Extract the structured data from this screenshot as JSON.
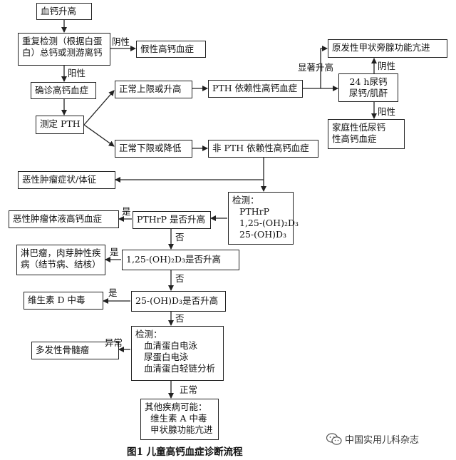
{
  "nodes": {
    "start": "血钙升高",
    "recheck_l1": "重复检测（根据白蛋",
    "recheck_l2": "白）总钙或测游离钙",
    "pseudo": "假性高钙血症",
    "confirm": "确诊高钙血症",
    "measure_pth": "测定 PTH",
    "normal_high": "正常上限或升高",
    "pth_dep": "PTH 依赖性高钙血症",
    "primary": "原发性甲状旁腺功能亢进",
    "urine_l1": "24 h尿钙",
    "urine_l2": "尿钙/肌酐",
    "fhh_l1": "家庭性低尿钙",
    "fhh_l2": "性高钙血症",
    "normal_low": "正常下限或降低",
    "non_pth": "非 PTH 依赖性高钙血症",
    "malig_sym": "恶性肿瘤症状/体征",
    "tests_title": "检测：",
    "test_pthrp": "PTHrP",
    "test_125": "1,25-(OH)₂D₃",
    "test_25": "25-(OH)D₃",
    "malig_humoral": "恶性肿瘤体液高钙血症",
    "q_pthrp": "PTHrP 是否升高",
    "lymph_l1": "淋巴瘤，肉芽肿性疾",
    "lymph_l2": "病（结节病、结核）",
    "q_125": "1,25-(OH)₂D₃是否升高",
    "vitd": "维生素 D 中毒",
    "q_25": "25-(OH)D₃是否升高",
    "myeloma": "多发性骨髓瘤",
    "elec_title": "检测：",
    "elec_1": "血清蛋白电泳",
    "elec_2": "尿蛋白电泳",
    "elec_3": "血清蛋白轻链分析",
    "other_title": "其他疾病可能：",
    "other_1": "维生素 A 中毒",
    "other_2": "甲状腺功能亢进"
  },
  "edge_labels": {
    "negative1": "阴性",
    "positive1": "阳性",
    "significant": "显著升高",
    "negative2": "阴性",
    "positive2": "阳性",
    "yes1": "是",
    "no1": "否",
    "yes2": "是",
    "no2": "否",
    "yes3": "是",
    "no3": "否",
    "abnormal": "异常",
    "normal": "正常"
  },
  "caption": "图1   儿童高钙血症诊断流程",
  "watermark": "中国实用儿科杂志"
}
